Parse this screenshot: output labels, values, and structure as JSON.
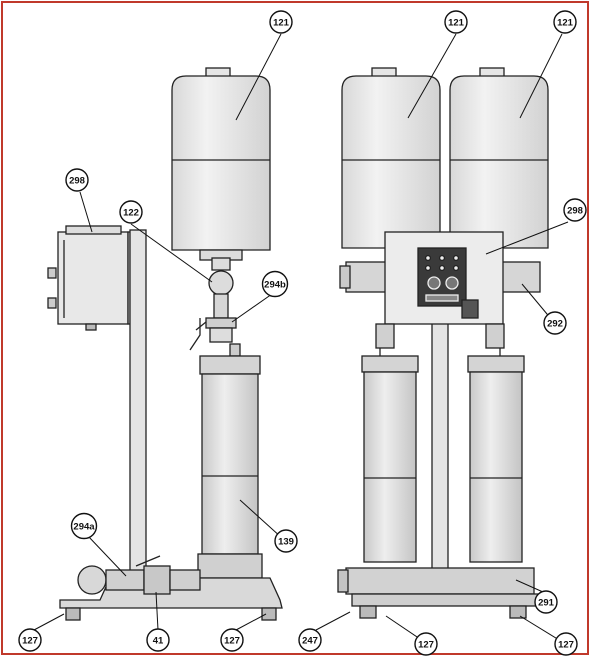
{
  "frame_color": "#c0392b",
  "callouts": [
    {
      "id": "c1",
      "label": "121"
    },
    {
      "id": "c2",
      "label": "121"
    },
    {
      "id": "c3",
      "label": "121"
    },
    {
      "id": "c4",
      "label": "298"
    },
    {
      "id": "c5",
      "label": "122"
    },
    {
      "id": "c6",
      "label": "294b"
    },
    {
      "id": "c7",
      "label": "298"
    },
    {
      "id": "c8",
      "label": "292"
    },
    {
      "id": "c9",
      "label": "139"
    },
    {
      "id": "c10",
      "label": "294a"
    },
    {
      "id": "c11",
      "label": "291"
    },
    {
      "id": "c12",
      "label": "127"
    },
    {
      "id": "c13",
      "label": "41"
    },
    {
      "id": "c14",
      "label": "127"
    },
    {
      "id": "c15",
      "label": "247"
    },
    {
      "id": "c16",
      "label": "127"
    },
    {
      "id": "c17",
      "label": "127"
    }
  ]
}
